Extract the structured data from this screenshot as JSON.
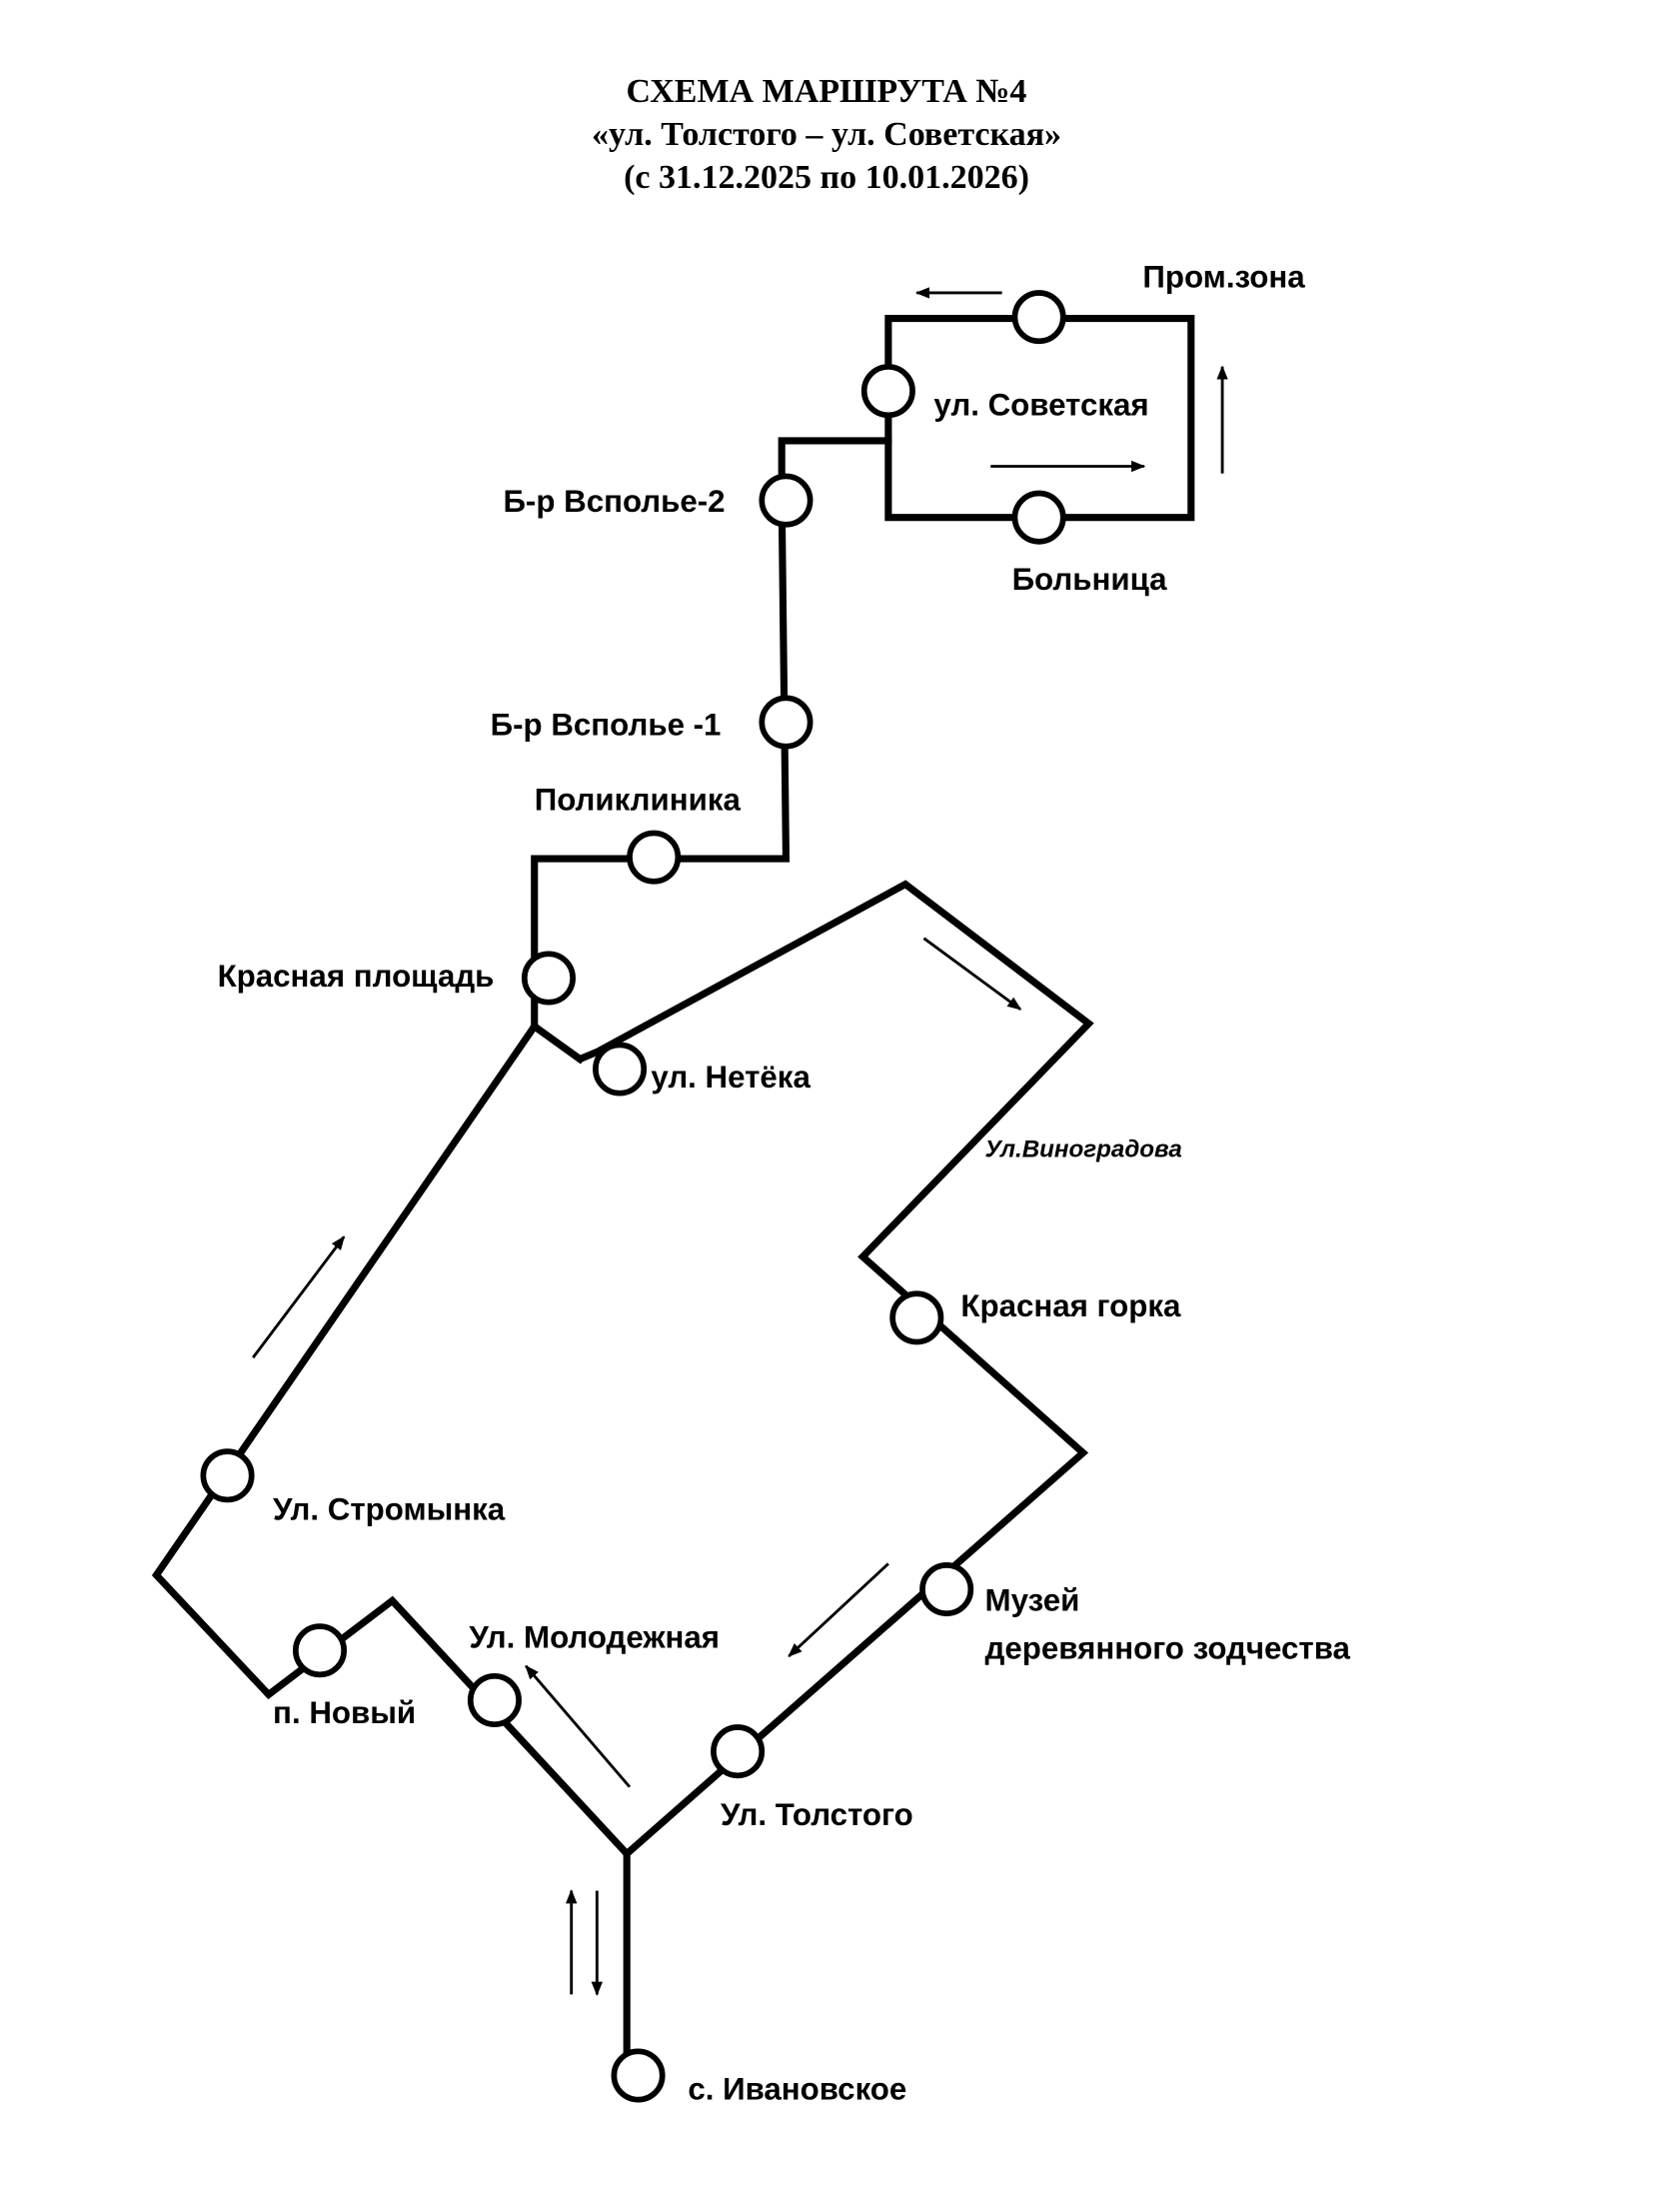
{
  "header": {
    "title": "СХЕМА МАРШРУТА №4",
    "route_name": "«ул. Толстого – ул. Советская»",
    "period": "(с 31.12.2025 по 10.01.2026)"
  },
  "stops": [
    {
      "id": "promzona",
      "label": "Пром.зона"
    },
    {
      "id": "sovetskaya",
      "label": "ул. Советская"
    },
    {
      "id": "bolnitsa",
      "label": "Больница"
    },
    {
      "id": "vspolye2",
      "label": "Б-р Всполье-2"
    },
    {
      "id": "vspolye1",
      "label": "Б-р Всполье -1"
    },
    {
      "id": "poliklinika",
      "label": "Поликлиника"
    },
    {
      "id": "krasnaya-ploshchad",
      "label": "Красная площадь"
    },
    {
      "id": "neteka",
      "label": "ул. Нетёка"
    },
    {
      "id": "krasnaya-gorka",
      "label": "Красная горка"
    },
    {
      "id": "muzey",
      "label_line1": "Музей",
      "label_line2": "деревянного зодчества"
    },
    {
      "id": "tolstogo",
      "label": "Ул. Толстого"
    },
    {
      "id": "molodezhnaya",
      "label": "Ул. Молодежная"
    },
    {
      "id": "novyy",
      "label": "п. Новый"
    },
    {
      "id": "stromynka",
      "label": "Ул. Стромынка"
    },
    {
      "id": "ivanovskoe",
      "label": "с. Ивановское"
    }
  ],
  "streets": {
    "vinogradova": "Ул.Виноградова"
  }
}
